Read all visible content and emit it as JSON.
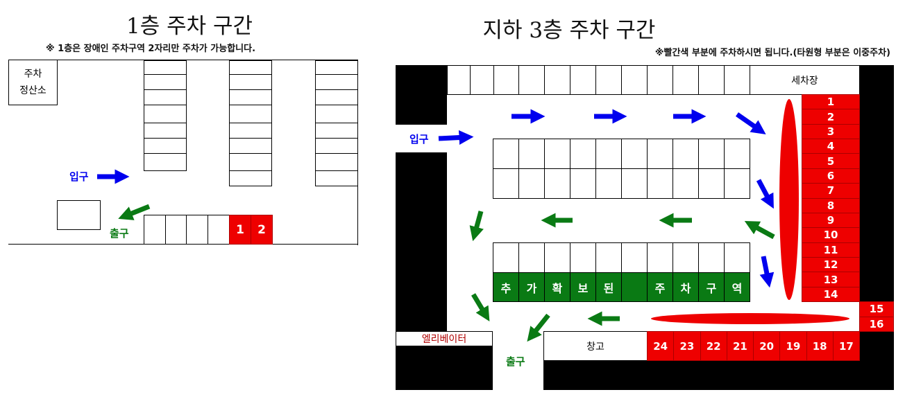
{
  "floor1": {
    "title": "1층 주차 구간",
    "notice": "※ 1층은 장애인 주차구역 2자리만 주차가 가능합니다.",
    "pay_booth": [
      "주차",
      "정산소"
    ],
    "entrance": "입구",
    "exit": "출구",
    "reserved_spots": [
      "1",
      "2"
    ]
  },
  "floor_b3": {
    "title": "지하 3층 주차 구간",
    "notice": "※빨간색 부분에 주차하시면 됩니다.(타원형 부분은 이중주차)",
    "car_wash": "세차장",
    "entrance": "입구",
    "exit": "출구",
    "elevator": "엘리베이터",
    "storage": "창고",
    "right_spots": [
      "1",
      "2",
      "3",
      "4",
      "5",
      "6",
      "7",
      "8",
      "9",
      "10",
      "11",
      "12",
      "13",
      "14"
    ],
    "corner_spots": [
      "15",
      "16"
    ],
    "bottom_spots": [
      "24",
      "23",
      "22",
      "21",
      "20",
      "19",
      "18",
      "17"
    ],
    "extra_zone_chars": [
      "추",
      "가",
      "확",
      "보",
      "된",
      "",
      "주",
      "차",
      "구",
      "역"
    ]
  },
  "colors": {
    "red": "#ee0000",
    "green": "#0a7a14",
    "blue": "#0000ee",
    "black": "#000000"
  }
}
